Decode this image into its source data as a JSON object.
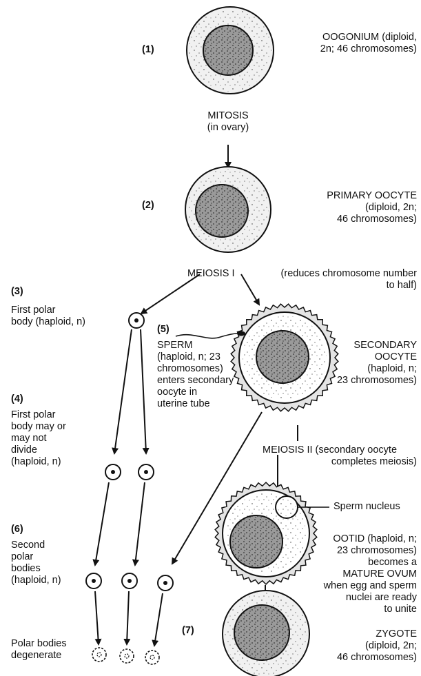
{
  "steps": {
    "s1": "(1)",
    "s2": "(2)",
    "s3": "(3)",
    "s4": "(4)",
    "s5": "(5)",
    "s6": "(6)",
    "s7": "(7)"
  },
  "oogonium": [
    "OOGONIUM (diploid,",
    "2n; 46 chromosomes)"
  ],
  "mitosis": [
    "MITOSIS",
    "(in ovary)"
  ],
  "primary_oocyte": [
    "PRIMARY OOCYTE",
    "(diploid, 2n;",
    "46 chromosomes)"
  ],
  "meiosis1": "MEIOSIS I",
  "meiosis1_note": [
    "(reduces chromosome number",
    "to half)"
  ],
  "first_polar_body": [
    "First polar",
    "body (haploid, n)"
  ],
  "sperm": [
    "SPERM",
    "(haploid, n; 23",
    "chromosomes)",
    "enters secondary",
    "oocyte in",
    "uterine tube"
  ],
  "secondary_oocyte": [
    "SECONDARY",
    "OOCYTE",
    "(haploid, n;",
    "23 chromosomes)"
  ],
  "first_polar_divide": [
    "First polar",
    "body may or",
    "may not",
    "divide",
    "(haploid, n)"
  ],
  "meiosis2": "MEIOSIS II (secondary oocyte",
  "meiosis2_line2": "completes meiosis)",
  "sperm_nucleus": "Sperm nucleus",
  "second_polar": [
    "Second",
    "polar",
    "bodies",
    "(haploid, n)"
  ],
  "ootid": [
    "OOTID (haploid, n;",
    "23 chromosomes)",
    "becomes a",
    "MATURE OVUM",
    "when egg and sperm",
    "nuclei are ready",
    "to unite"
  ],
  "polar_degenerate": [
    "Polar bodies",
    "degenerate"
  ],
  "zygote": [
    "ZYGOTE",
    "(diploid, 2n;",
    "46 chromosomes)"
  ]
}
